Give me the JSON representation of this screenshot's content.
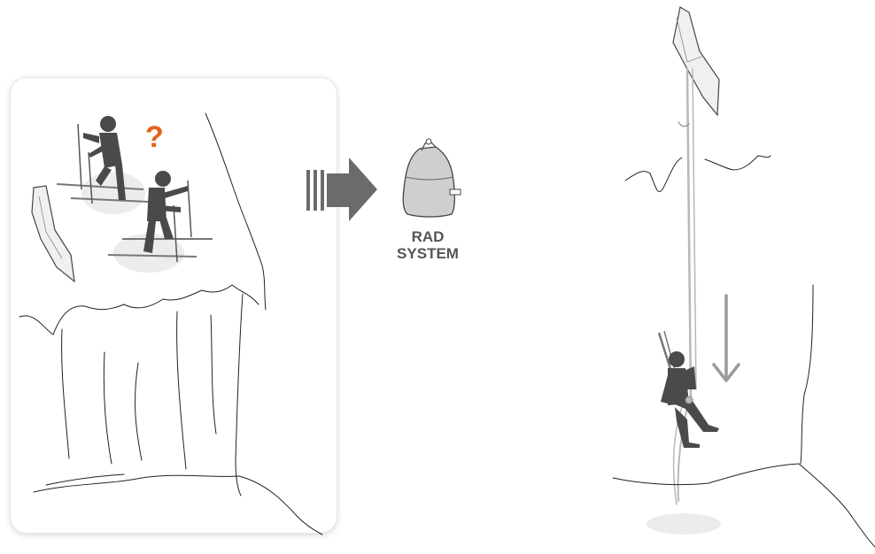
{
  "diagram": {
    "label_line1": "RAD",
    "label_line2": "SYSTEM",
    "question_mark": "?",
    "colors": {
      "figure": "#4a4a4a",
      "accent": "#e8601c",
      "arrow": "#6b6b6b",
      "bag": "#cfcfcf",
      "rope": "#b8b8b8",
      "line": "#222222"
    },
    "icons": [
      "skier-figure",
      "question-icon",
      "right-arrow-icon",
      "rad-system-bag-icon",
      "rappelling-climber-figure",
      "down-arrow-icon",
      "anchor-rock"
    ]
  }
}
